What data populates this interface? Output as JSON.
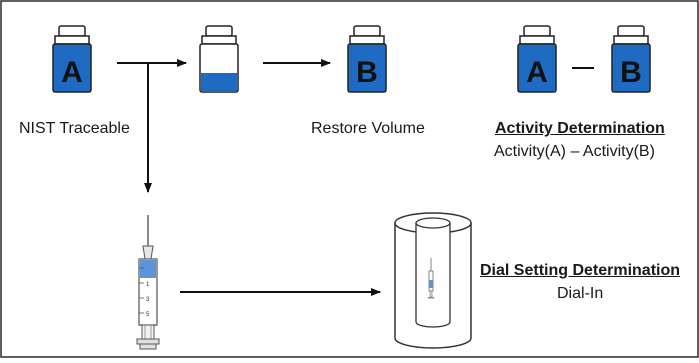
{
  "vials": {
    "vial_a_source": {
      "letter": "A"
    },
    "vial_b_restored": {
      "letter": "B"
    },
    "vial_a_compare": {
      "letter": "A"
    },
    "vial_b_compare": {
      "letter": "B"
    }
  },
  "labels": {
    "nist_traceable": "NIST Traceable",
    "restore_volume": "Restore Volume"
  },
  "activity_determination": {
    "title": "Activity Determination",
    "formula": "Activity(A) – Activity(B)"
  },
  "dial_setting_determination": {
    "title": "Dial Setting Determination",
    "subtitle": "Dial-In"
  },
  "syringe": {
    "scale_marks": [
      "1",
      "3",
      "5"
    ]
  },
  "colors": {
    "liquid": "#1f6bc4",
    "liquid_dark": "#0f4f9c",
    "syringe_fill": "#5c93d9",
    "vial_outline": "#222222",
    "text": "#1a1a1a"
  }
}
